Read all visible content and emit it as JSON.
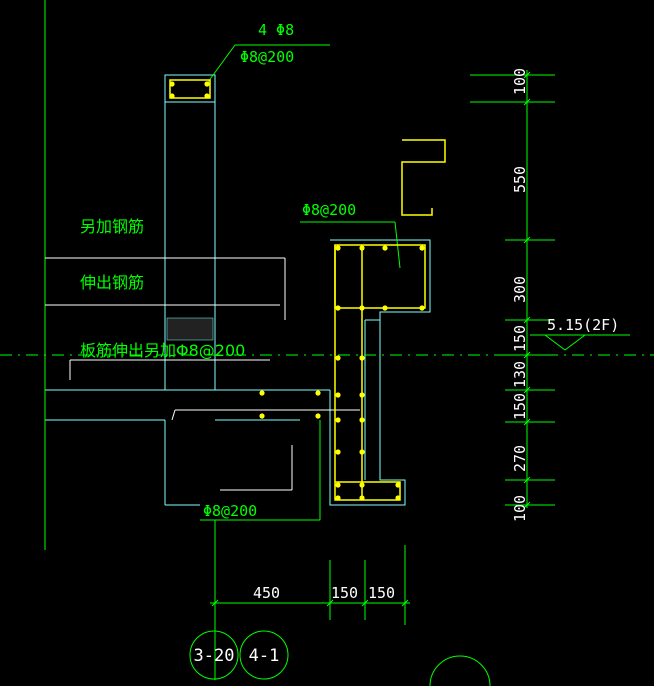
{
  "colors": {
    "background": "#000000",
    "green": "#00ff00",
    "cyan": "#7fffff",
    "white": "#ffffff",
    "yellow": "#ffff00",
    "steel_dot": "#ffff00"
  },
  "annotations": {
    "top_bars": "4 Φ8",
    "top_stirrup": "Φ8@200",
    "beam_stirrup": "Φ8@200",
    "bottom_stirrup": "Φ8@200",
    "extra_rebar": "另加钢筋",
    "extended_rebar": "伸出钢筋",
    "slab_rebar_note": "板筋伸出另加Φ8@200",
    "elevation": "5.15(2F)"
  },
  "vertical_dimensions": [
    "100",
    "550",
    "300",
    "150",
    "130",
    "150",
    "270",
    "100"
  ],
  "horizontal_dimensions": [
    "450",
    "150",
    "150"
  ],
  "axis_bubbles": [
    "3-20",
    "4-1"
  ]
}
